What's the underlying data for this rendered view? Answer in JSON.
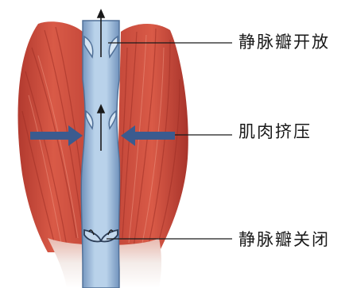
{
  "labels": {
    "valve_open": "静脉瓣开放",
    "muscle_squeeze": "肌肉挤压",
    "valve_closed": "静脉瓣关闭"
  },
  "colors": {
    "muscle": "#c8483a",
    "muscle_dark": "#9c2e25",
    "muscle_light": "#e07a64",
    "tendon": "#efe6e2",
    "vein": "#a9c6e3",
    "vein_edge": "#4f6f97",
    "arrow_force": "#3b5b8f",
    "arrow_flow": "#1a1a1a",
    "leader_line": "#1a1a1a"
  }
}
